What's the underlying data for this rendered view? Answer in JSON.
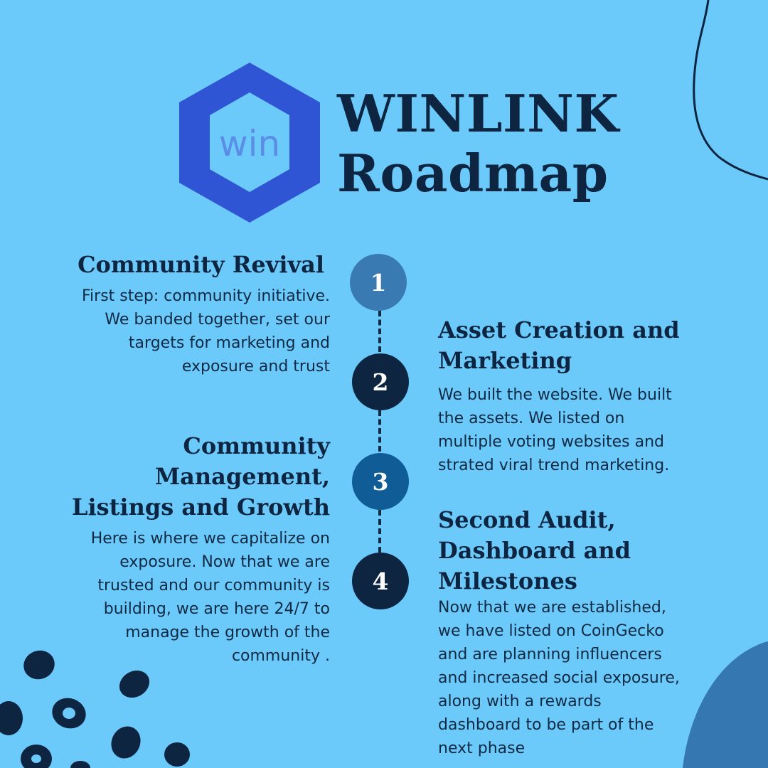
{
  "header": {
    "logo_text": "win",
    "title_line1": "WINLINK",
    "title_line2": "Roadmap"
  },
  "colors": {
    "background": "#6ccafb",
    "logo_blue": "#2f55d4",
    "navy": "#0d2540",
    "step1": "#3a7ab3",
    "step3": "#0f5c96",
    "blob_blue": "#3577b0"
  },
  "steps": [
    {
      "number": "1",
      "title": "Community Revival",
      "text_lines": [
        "First step: community initiative.",
        "We banded together, set our",
        "targets for marketing and",
        "exposure and trust"
      ]
    },
    {
      "number": "2",
      "title_lines": [
        "Asset Creation and",
        "Marketing"
      ],
      "text_lines": [
        "We built the website. We built",
        "the assets. We listed on",
        "multiple voting websites and",
        "strated viral trend marketing."
      ]
    },
    {
      "number": "3",
      "title_lines": [
        "Community",
        "Management,",
        "Listings and Growth"
      ],
      "text_lines": [
        "Here is where we capitalize on",
        "exposure. Now that we are",
        "trusted and our community is",
        "building, we are here 24/7 to",
        "manage the growth of the",
        "community ."
      ]
    },
    {
      "number": "4",
      "title_lines": [
        "Second Audit,",
        "Dashboard and",
        "Milestones"
      ],
      "text_lines": [
        "Now that we are established,",
        "we have listed on CoinGecko",
        "and are planning influencers",
        "and increased social exposure,",
        "along with a rewards",
        "dashboard to be part of the",
        "next phase"
      ]
    }
  ]
}
